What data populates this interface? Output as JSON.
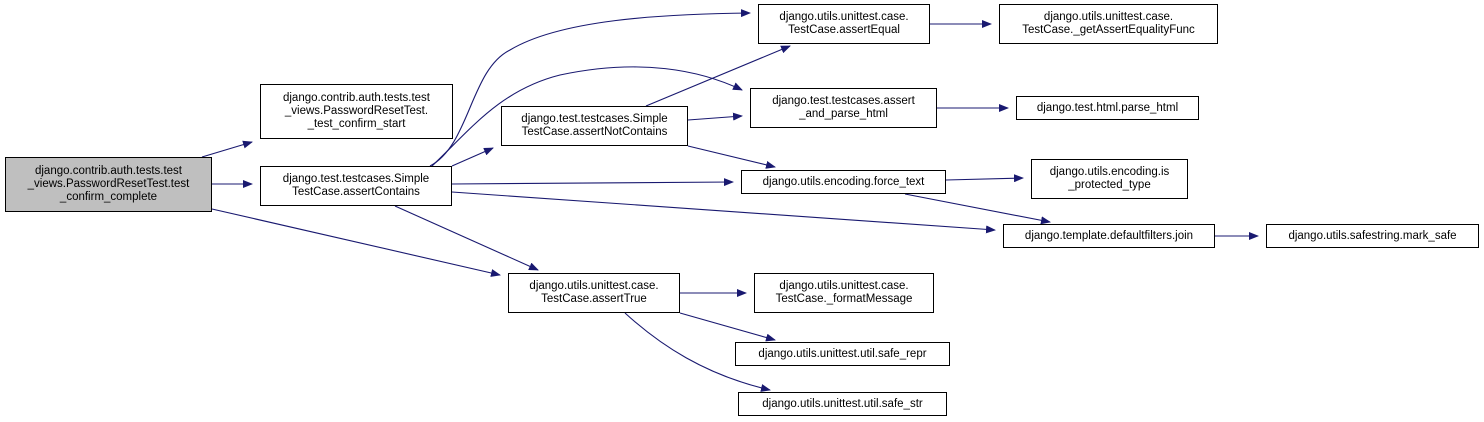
{
  "colors": {
    "edge": "#191970",
    "root_fill": "#bfbfbf",
    "node_fill": "#ffffff",
    "border": "#000000"
  },
  "nodes": {
    "root": {
      "lines": [
        "django.contrib.auth.tests.test",
        "_views.PasswordResetTest.test",
        "_confirm_complete"
      ]
    },
    "confirm_start": {
      "lines": [
        "django.contrib.auth.tests.test",
        "_views.PasswordResetTest.",
        "_test_confirm_start"
      ]
    },
    "assert_contains": {
      "lines": [
        "django.test.testcases.Simple",
        "TestCase.assertContains"
      ]
    },
    "assert_true": {
      "lines": [
        "django.utils.unittest.case.",
        "TestCase.assertTrue"
      ]
    },
    "assert_not_contains": {
      "lines": [
        "django.test.testcases.Simple",
        "TestCase.assertNotContains"
      ]
    },
    "assert_equal": {
      "lines": [
        "django.utils.unittest.case.",
        "TestCase.assertEqual"
      ]
    },
    "assert_and_parse_html": {
      "lines": [
        "django.test.testcases.assert",
        "_and_parse_html"
      ]
    },
    "force_text": {
      "lines": [
        "django.utils.encoding.force_text"
      ]
    },
    "get_assert_equality_func": {
      "lines": [
        "django.utils.unittest.case.",
        "TestCase._getAssertEqualityFunc"
      ]
    },
    "parse_html": {
      "lines": [
        "django.test.html.parse_html"
      ]
    },
    "is_protected_type": {
      "lines": [
        "django.utils.encoding.is",
        "_protected_type"
      ]
    },
    "join": {
      "lines": [
        "django.template.defaultfilters.join"
      ]
    },
    "mark_safe": {
      "lines": [
        "django.utils.safestring.mark_safe"
      ]
    },
    "format_message": {
      "lines": [
        "django.utils.unittest.case.",
        "TestCase._formatMessage"
      ]
    },
    "safe_repr": {
      "lines": [
        "django.utils.unittest.util.safe_repr"
      ]
    },
    "safe_str": {
      "lines": [
        "django.utils.unittest.util.safe_str"
      ]
    }
  },
  "edges": [
    [
      "root",
      "confirm_start"
    ],
    [
      "root",
      "assert_contains"
    ],
    [
      "root",
      "assert_true"
    ],
    [
      "assert_contains",
      "assert_equal"
    ],
    [
      "assert_contains",
      "assert_and_parse_html"
    ],
    [
      "assert_contains",
      "assert_not_contains"
    ],
    [
      "assert_contains",
      "force_text"
    ],
    [
      "assert_contains",
      "join"
    ],
    [
      "assert_contains",
      "assert_true"
    ],
    [
      "assert_not_contains",
      "assert_equal"
    ],
    [
      "assert_not_contains",
      "assert_and_parse_html"
    ],
    [
      "assert_not_contains",
      "force_text"
    ],
    [
      "assert_equal",
      "get_assert_equality_func"
    ],
    [
      "assert_and_parse_html",
      "parse_html"
    ],
    [
      "force_text",
      "is_protected_type"
    ],
    [
      "force_text",
      "join"
    ],
    [
      "join",
      "mark_safe"
    ],
    [
      "assert_true",
      "format_message"
    ],
    [
      "assert_true",
      "safe_repr"
    ],
    [
      "assert_true",
      "safe_str"
    ]
  ]
}
